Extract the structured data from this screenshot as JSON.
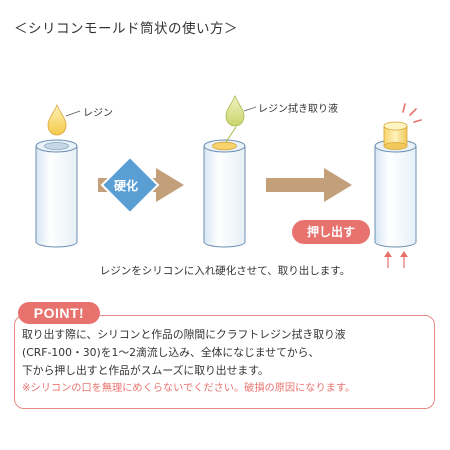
{
  "title": "＜シリコンモールド筒状の使い方＞",
  "diagram": {
    "step1_label": "レジン",
    "step2_label": "レジン拭き取り液",
    "harden_label": "硬化",
    "push_label": "押し出す",
    "caption": "レジンをシリコンに入れ硬化させて、取り出します。",
    "arrow_color": "#c4a07a",
    "harden_color": "#5a9fd4"
  },
  "point": {
    "badge": "POINT!",
    "line1": "取り出す際に、シリコンと作品の隙間にクラフトレジン拭き取り液",
    "line2": "(CRF-100・30)を1～2滴流し込み、全体になじませてから、",
    "line3": "下から押し出すと作品がスムーズに取り出せます。",
    "warning": "※シリコンの口を無理にめくらないでください。破損の原因になります。",
    "accent_color": "#e8736e"
  }
}
